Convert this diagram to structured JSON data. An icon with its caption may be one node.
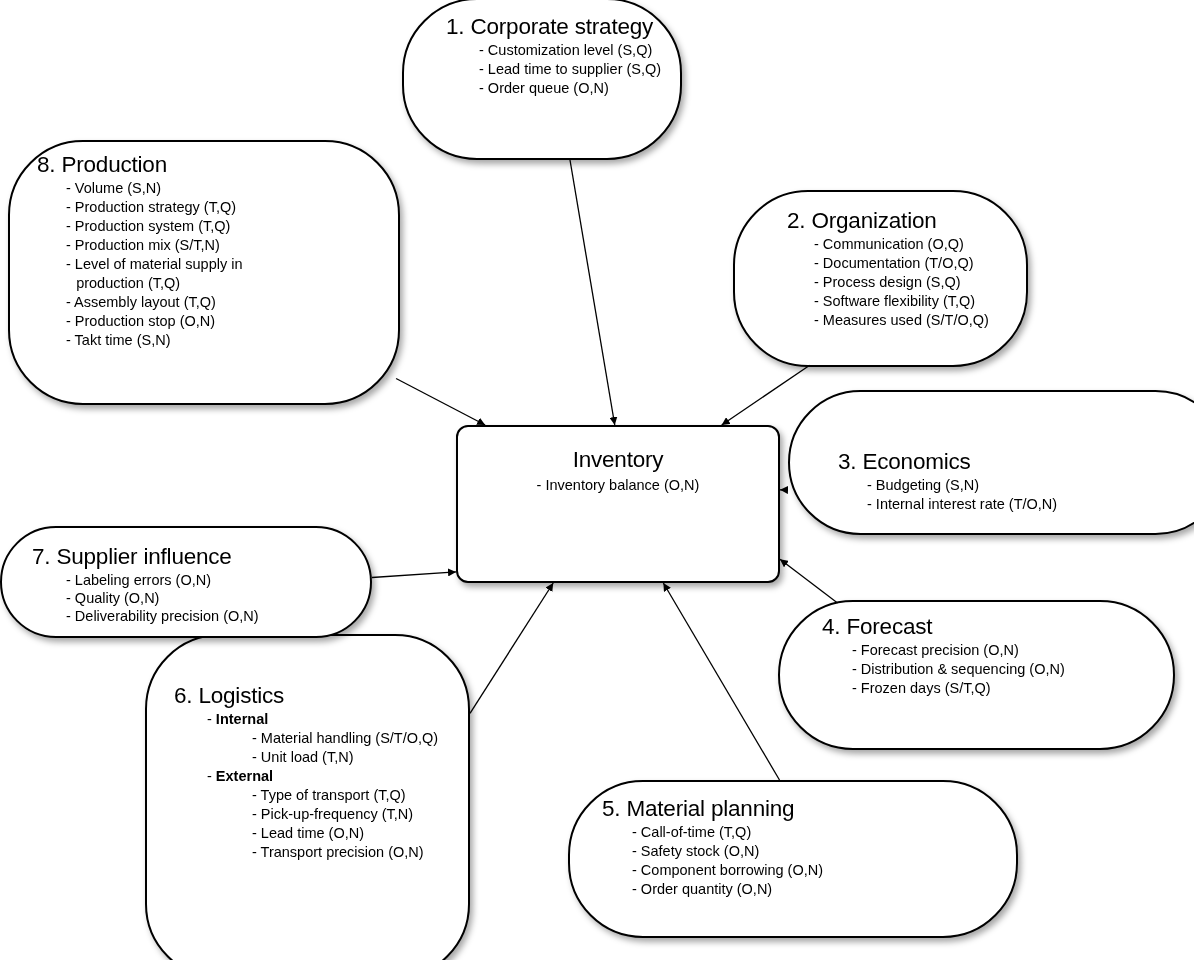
{
  "diagram": {
    "nodes": [
      {
        "text": [
          "1. Corporate strategy",
          "- Customization level (S,Q)",
          "- Lead time to supplier (S,Q)",
          "- Order queue (O,N)"
        ]
      },
      {
        "text": [
          "2. Organization",
          "- Communication (O,Q)",
          "- Documentation (T/O,Q)",
          "- Process design (S,Q)",
          "- Software flexibility (T,Q)",
          "- Measures used (S/T/O,Q)"
        ]
      },
      {
        "text": [
          "3. Economics",
          "- Budgeting (S,N)",
          "- Internal interest rate (T/O,N)"
        ]
      },
      {
        "text": [
          "4. Forecast",
          "- Forecast precision (O,N)",
          "- Distribution & sequencing (O,N)",
          "- Frozen days (S/T,Q)"
        ]
      },
      {
        "text": [
          "5. Material planning",
          "- Call-of-time (T,Q)",
          "- Safety stock (O,N)",
          "- Component borrowing (O,N)",
          "- Order quantity (O,N)"
        ]
      },
      {
        "text": [
          "6. Logistics",
          "- **Internal**",
          "- Material handling (S/T/O,Q)",
          "- Unit load (T,N)",
          "- **External**",
          "- Type of transport (T,Q)",
          "- Pick-up-frequency (T,N)",
          "- Lead time (O,N)",
          "- Transport precision (O,N)"
        ]
      },
      {
        "text": [
          "7. Supplier influence",
          "- Labeling errors (O,N)",
          "- Quality (O,N)",
          "- Deliverability precision (O,N)"
        ]
      },
      {
        "text": [
          "8. Production",
          "- Volume (S,N)",
          "- Production strategy (T,Q)",
          "- Production system (T,Q)",
          "- Production mix (S/T,N)",
          "- Level of material supply in production (T,Q)",
          "- Assembly layout (T,Q)",
          "- Production stop (O,N)",
          "- Takt time (S,N)"
        ]
      },
      {
        "text": [
          "Inventory",
          "- Inventory balance (O,N)"
        ]
      }
    ],
    "edges": [
      {
        "from": 0,
        "to": 8,
        "arrow": "to"
      },
      {
        "from": 1,
        "to": 8,
        "arrow": "to"
      },
      {
        "from": 2,
        "to": 8,
        "arrow": "to"
      },
      {
        "from": 3,
        "to": 8,
        "arrow": "to"
      },
      {
        "from": 4,
        "to": 8,
        "arrow": "to"
      },
      {
        "from": 5,
        "to": 8,
        "arrow": "to"
      },
      {
        "from": 6,
        "to": 8,
        "arrow": "to"
      },
      {
        "from": 7,
        "to": 8,
        "arrow": "to"
      }
    ]
  }
}
